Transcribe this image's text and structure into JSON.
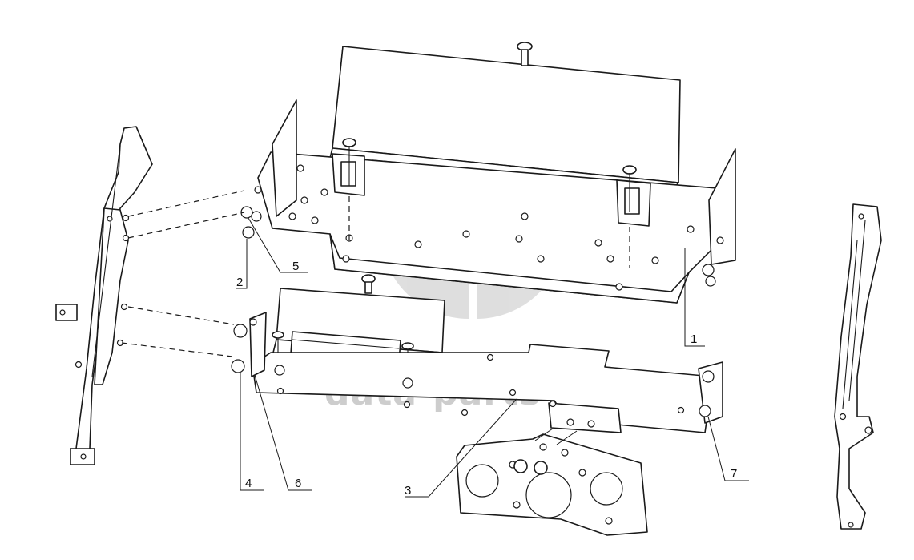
{
  "watermark": {
    "text": "data-parts",
    "color": "#bdbdbd"
  },
  "callouts": [
    {
      "id": "1",
      "label": "1"
    },
    {
      "id": "2",
      "label": "2"
    },
    {
      "id": "3",
      "label": "3"
    },
    {
      "id": "4",
      "label": "4"
    },
    {
      "id": "5",
      "label": "5"
    },
    {
      "id": "6",
      "label": "6"
    },
    {
      "id": "7",
      "label": "7"
    }
  ],
  "line_color": "#1a1a1a",
  "background": "#ffffff"
}
